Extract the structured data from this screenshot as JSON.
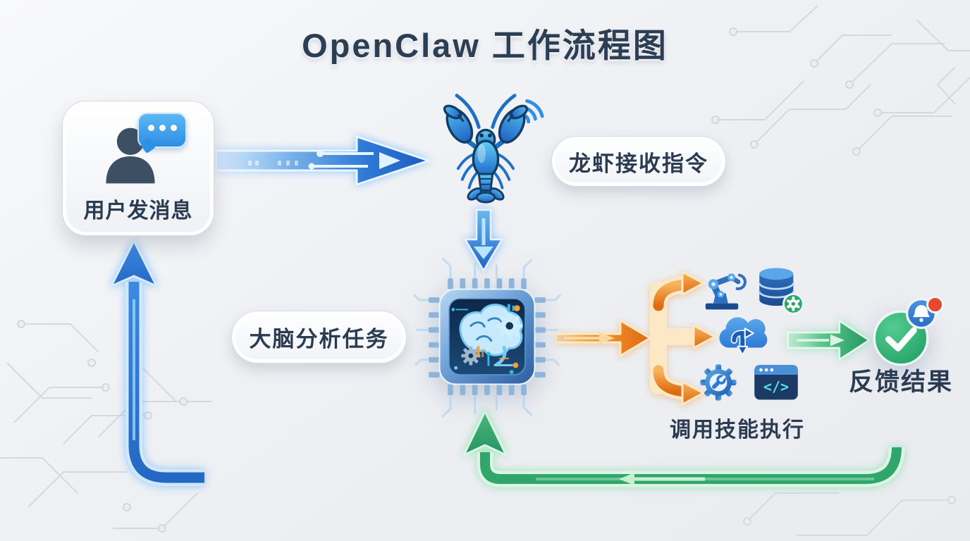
{
  "title": "OpenClaw 工作流程图",
  "nodes": {
    "user_label": "用户发消息",
    "receive_label": "龙虾接收指令",
    "analyze_label": "大脑分析任务",
    "execute_label": "调用技能执行",
    "feedback_label": "反馈结果"
  },
  "code_window_text": "</>",
  "icons": {
    "user_node": [
      "user-silhouette",
      "chat-bubble"
    ],
    "receive_node": [
      "lobster",
      "wifi-signal"
    ],
    "analyze_node": [
      "brain-cpu-chip",
      "gear"
    ],
    "execute_node": [
      "robot-arm",
      "database-with-gear",
      "cloud-transfer",
      "gear-wrench",
      "code-window"
    ],
    "feedback_node": [
      "check-circle",
      "notification-bell",
      "notification-dot"
    ]
  },
  "colors": {
    "title_text": "#2c3e54",
    "label_text": "#2b3b52",
    "arrow_blue": "#2e7ad6",
    "arrow_orange": "#ec8418",
    "arrow_green": "#2fa86e",
    "chip_navy": "#12375c",
    "chip_rim_blue": "#6d9fd8",
    "check_green": "#27a566",
    "bell_blue": "#3b82d6",
    "alert_red": "#e8492e",
    "chat_bubble_blue": "#2e8de4",
    "background": "#edeff2"
  }
}
